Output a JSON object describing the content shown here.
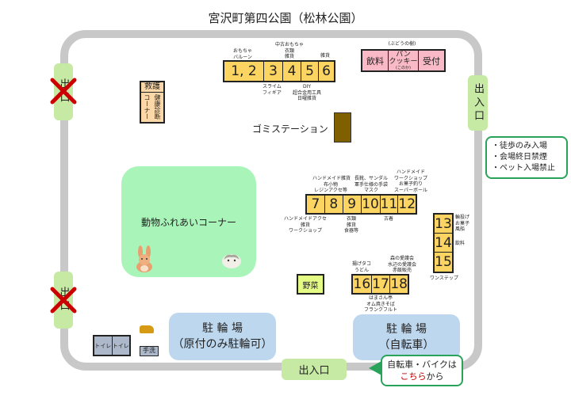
{
  "title": "宮沢町第四公園（松林公園）",
  "exits": {
    "left_top": "出口",
    "left_bottom": "出口",
    "right": "出入口",
    "bottom": "出入口"
  },
  "notice": [
    "・徒歩のみ入場",
    "・会場終日禁煙",
    "・ペット入場禁止"
  ],
  "stalls_top": {
    "numbers": [
      "1, 2",
      "3",
      "4",
      "5",
      "6"
    ],
    "above": {
      "s12": [
        "おもちゃ",
        "バルーン"
      ],
      "s4": [
        "中古おもちゃ",
        "衣類",
        "雑貨"
      ],
      "s6": [
        "雑貨"
      ]
    },
    "below": {
      "s3": [
        "スライム",
        "フィギア"
      ],
      "s5": [
        "DIY",
        "超合金用工具",
        "日曜雑貨"
      ]
    }
  },
  "booths_pink": {
    "label_above": "(ぶどうの樹)",
    "drink": "飲料",
    "bread": "パン",
    "cookie": "クッキー",
    "bread_sub": "(このか)",
    "reception": "受付"
  },
  "first_aid": {
    "title": "救護",
    "left": "コーナー",
    "right": "健康診断"
  },
  "garbage": "ゴミステーション",
  "animal_corner": "動物ふれあいコーナー",
  "stalls_mid": {
    "numbers": [
      "7",
      "8",
      "9",
      "10",
      "11",
      "12"
    ],
    "above": {
      "s8": [
        "ハンドメイド雑貨",
        "布小物",
        "レジンアクセ等"
      ],
      "s10": [
        "長靴、サンダル",
        "軍手仕様の手袋",
        "マスク"
      ],
      "s12": [
        "ハンドメイド",
        "ワークショップ",
        "お菓子釣り",
        "スーパーボール"
      ]
    },
    "below": {
      "s7": [
        "ハンドメイドアクセ",
        "雑貨",
        "ワークショップ"
      ],
      "s9": [
        "衣類",
        "雑貨",
        "食器等"
      ],
      "s11": [
        "古着"
      ]
    }
  },
  "stalls_right": {
    "numbers": [
      "13",
      "14",
      "15"
    ],
    "s13": [
      "輪投げ",
      "お菓子",
      "風船"
    ],
    "s14": [
      "飲料"
    ],
    "s15": [
      "ワンステップ"
    ]
  },
  "stalls_bottom": {
    "numbers": [
      "16",
      "17",
      "18"
    ],
    "above": {
      "s16": [
        "揚げタコ",
        "うどん"
      ],
      "s18": [
        "森の愛護会",
        "水辺の愛護会",
        "赤飯販売"
      ]
    },
    "below": [
      "はまさん亭",
      "オム焼きそば",
      "フランクフルト"
    ]
  },
  "vegetables": "野菜",
  "parking_left": {
    "title": "駐 輪 場",
    "sub": "（原付のみ駐輪可）"
  },
  "parking_right": {
    "title": "駐 輪 場",
    "sub": "（自転車）"
  },
  "toilets": [
    "トイレ",
    "トイレ"
  ],
  "handwash": "手洗",
  "bike_callout": {
    "line1": "自転車・バイクは",
    "highlight": "こちら",
    "rest": "から",
    "highlight_color": "#c00000"
  }
}
